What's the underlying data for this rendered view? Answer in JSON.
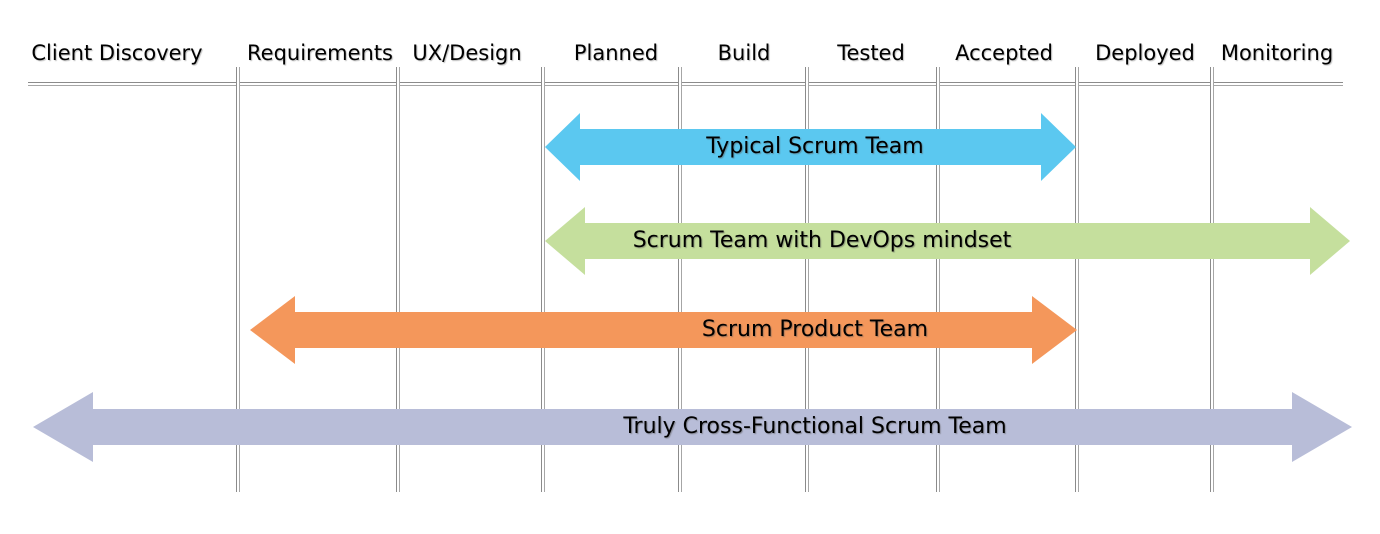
{
  "diagram": {
    "stages": [
      "Client Discovery",
      "Requirements",
      "UX/Design",
      "Planned",
      "Build",
      "Tested",
      "Accepted",
      "Deployed",
      "Monitoring"
    ],
    "arrows": [
      {
        "label": "Typical Scrum Team",
        "color": "#5BC8F0",
        "span_from": "Planned",
        "span_to": "Accepted"
      },
      {
        "label": "Scrum Team with DevOps mindset",
        "color": "#C5DF9D",
        "span_from": "Planned",
        "span_to": "Monitoring"
      },
      {
        "label": "Scrum Product Team",
        "color": "#F4975B",
        "span_from": "Requirements",
        "span_to": "Accepted"
      },
      {
        "label": "Truly Cross-Functional Scrum Team",
        "color": "#B8BDD8",
        "span_from": "Client Discovery",
        "span_to": "Monitoring"
      }
    ]
  }
}
